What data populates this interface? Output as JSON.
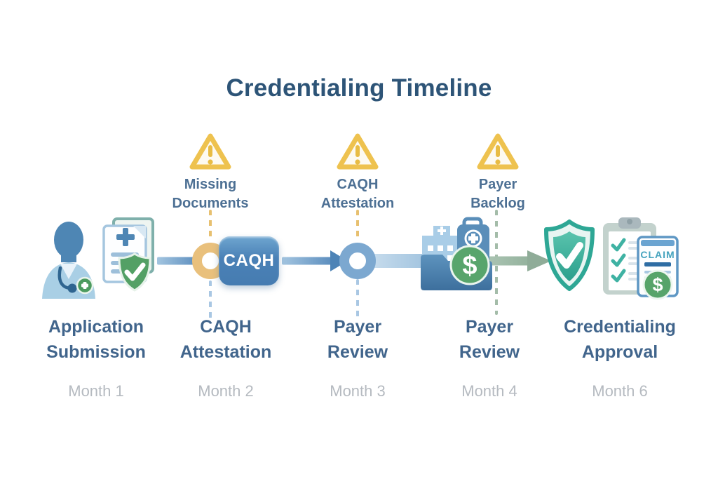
{
  "title": "Credentialing Timeline",
  "warnings": [
    {
      "line1": "Missing",
      "line2": "Documents"
    },
    {
      "line1": "CAQH",
      "line2": "Attestation"
    },
    {
      "line1": "Payer",
      "line2": "Backlog"
    }
  ],
  "timeline": {
    "caqh_box_label": "CAQH",
    "claim_label": "CLAIM",
    "dollar_symbol": "$"
  },
  "stages": [
    {
      "line1": "Application",
      "line2": "Submission",
      "month": "Month 1"
    },
    {
      "line1": "CAQH",
      "line2": "Attestation",
      "month": "Month 2"
    },
    {
      "line1": "Payer",
      "line2": "Review",
      "month": "Month 3"
    },
    {
      "line1": "Payer",
      "line2": "Review",
      "month": "Month 4"
    },
    {
      "line1": "Credentialing",
      "line2": "Approval",
      "month": "Month 6"
    }
  ],
  "icons": {
    "warning": "warning-triangle-icon",
    "stage1": "provider-application-documents-icon",
    "stage2_node": "caqh-milestone-ring",
    "stage3_node": "payer-review-milestone-ring",
    "stage4": "payer-folder-hospital-dollar-icon",
    "stage5": "approval-shield-checklist-claim-icon"
  },
  "colors": {
    "title_text": "#2d5477",
    "stage_text": "#41658c",
    "month_text": "#b5bac0",
    "warning_gold": "#eec24f",
    "gold_dash": "#e7c070",
    "blue_dash": "#a9c7e3",
    "green_dash": "#a4bca9",
    "timeline_blue": "#4d83b6",
    "timeline_green": "#8fac98",
    "caqh_box_blue": "#4a81b6",
    "approval_teal": "#2ea795",
    "dollar_green": "#58a56c"
  }
}
